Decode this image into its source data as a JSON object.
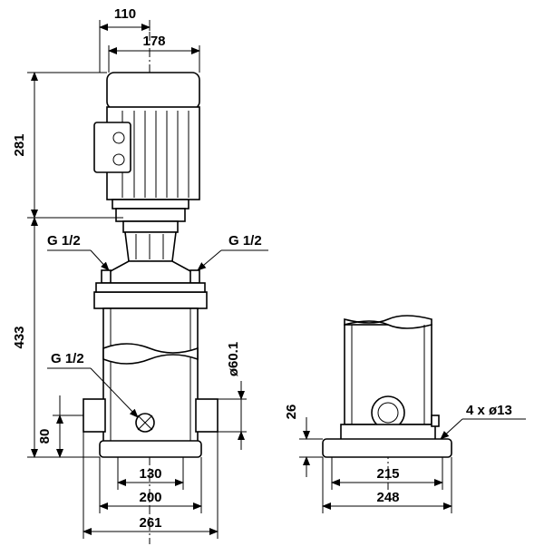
{
  "dimensions": {
    "d110": "110",
    "d178": "178",
    "d281": "281",
    "d433": "433",
    "d80": "80",
    "d130": "130",
    "d200": "200",
    "d261": "261",
    "d26": "26",
    "d215": "215",
    "d248": "248",
    "d_pipe": "ø60.1"
  },
  "annotations": {
    "port_left": "G 1/2",
    "port_right": "G 1/2",
    "port_drain": "G 1/2",
    "holes": "4 x ø13"
  },
  "icons": {
    "drain_plug": "drain-plug-icon"
  }
}
